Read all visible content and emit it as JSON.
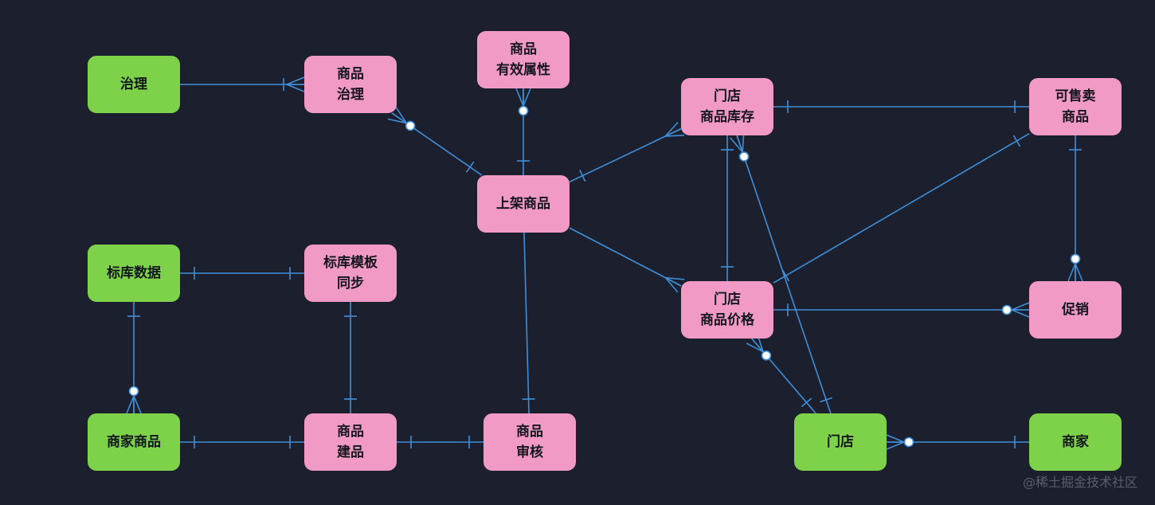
{
  "colors": {
    "background": "#1c1f2e",
    "entity_green": "#7ed24a",
    "entity_pink": "#f29ac6",
    "edge": "#3f8fd8",
    "text": "#14161e"
  },
  "nodes": [
    {
      "id": "zhili",
      "lines": [
        "治理"
      ],
      "kind": "green"
    },
    {
      "id": "spzhili",
      "lines": [
        "商品",
        "治理"
      ],
      "kind": "pink"
    },
    {
      "id": "spsx",
      "lines": [
        "商品",
        "有效属性"
      ],
      "kind": "pink"
    },
    {
      "id": "mdkc",
      "lines": [
        "门店",
        "商品库存"
      ],
      "kind": "pink"
    },
    {
      "id": "ksm",
      "lines": [
        "可售卖",
        "商品"
      ],
      "kind": "pink"
    },
    {
      "id": "sjsp",
      "lines": [
        "上架商品"
      ],
      "kind": "pink"
    },
    {
      "id": "bksj",
      "lines": [
        "标库数据"
      ],
      "kind": "green"
    },
    {
      "id": "bkmb",
      "lines": [
        "标库模板",
        "同步"
      ],
      "kind": "pink"
    },
    {
      "id": "mdjg",
      "lines": [
        "门店",
        "商品价格"
      ],
      "kind": "pink"
    },
    {
      "id": "cx",
      "lines": [
        "促销"
      ],
      "kind": "pink"
    },
    {
      "id": "sjsp2",
      "lines": [
        "商家商品"
      ],
      "kind": "green"
    },
    {
      "id": "spjp",
      "lines": [
        "商品",
        "建品"
      ],
      "kind": "pink"
    },
    {
      "id": "spsh",
      "lines": [
        "商品",
        "审核"
      ],
      "kind": "pink"
    },
    {
      "id": "md",
      "lines": [
        "门店"
      ],
      "kind": "green"
    },
    {
      "id": "sj",
      "lines": [
        "商家"
      ],
      "kind": "green"
    }
  ],
  "edges": [
    {
      "from": "zhili",
      "to": "spzhili",
      "start": "none",
      "end": "one-many"
    },
    {
      "from": "spzhili",
      "to": "sjsp",
      "start": "zero-many",
      "end": "one"
    },
    {
      "from": "spsx",
      "to": "sjsp",
      "start": "zero-many",
      "end": "one"
    },
    {
      "from": "sjsp",
      "to": "mdkc",
      "start": "one",
      "end": "many"
    },
    {
      "from": "mdkc",
      "to": "ksm",
      "start": "one",
      "end": "one"
    },
    {
      "from": "mdkc",
      "to": "mdjg",
      "start": "one",
      "end": "one"
    },
    {
      "from": "mdkc",
      "to": "md",
      "start": "zero-many",
      "end": "one"
    },
    {
      "from": "ksm",
      "to": "mdjg",
      "start": "one",
      "end": "one"
    },
    {
      "from": "ksm",
      "to": "cx",
      "start": "one",
      "end": "zero-many"
    },
    {
      "from": "sjsp",
      "to": "mdjg",
      "start": "none",
      "end": "many"
    },
    {
      "from": "mdjg",
      "to": "cx",
      "start": "one",
      "end": "zero-many"
    },
    {
      "from": "mdjg",
      "to": "md",
      "start": "zero-many",
      "end": "one"
    },
    {
      "from": "sjsp",
      "to": "spsh",
      "start": "none",
      "end": "one"
    },
    {
      "from": "bksj",
      "to": "bkmb",
      "start": "one",
      "end": "one"
    },
    {
      "from": "bksj",
      "to": "sjsp2",
      "start": "one",
      "end": "zero-many"
    },
    {
      "from": "bkmb",
      "to": "spjp",
      "start": "one",
      "end": "one"
    },
    {
      "from": "sjsp2",
      "to": "spjp",
      "start": "one",
      "end": "one"
    },
    {
      "from": "spjp",
      "to": "spsh",
      "start": "one",
      "end": "one"
    },
    {
      "from": "md",
      "to": "sj",
      "start": "zero-many",
      "end": "one"
    }
  ],
  "watermark": "@稀土掘金技术社区"
}
